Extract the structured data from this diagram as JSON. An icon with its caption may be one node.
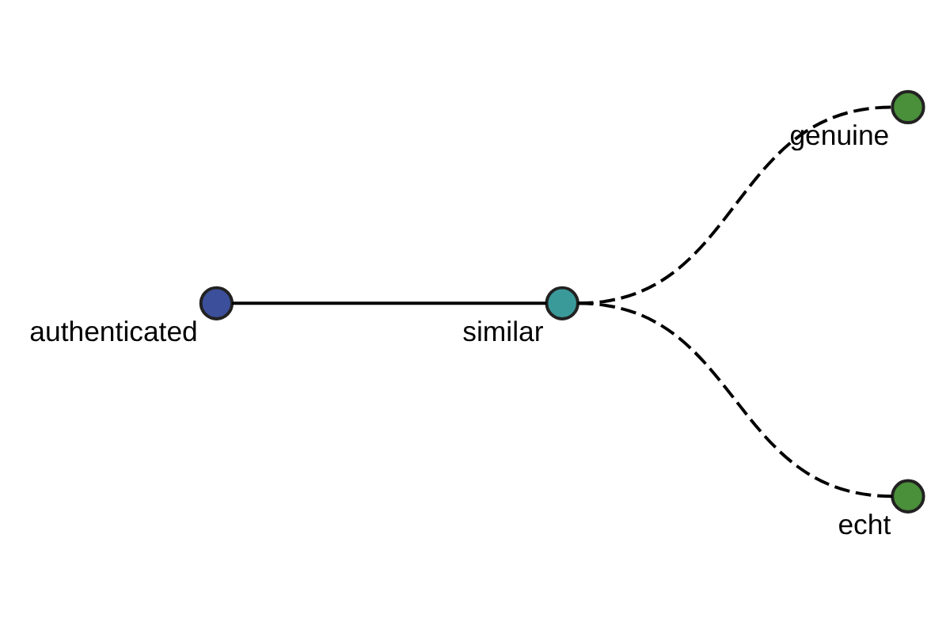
{
  "diagram": {
    "nodes": [
      {
        "text": [],
        "shape": "circle",
        "beside": [
          "authenticated"
        ]
      },
      {
        "text": [],
        "shape": "circle",
        "beside": [
          "similar"
        ]
      },
      {
        "text": [],
        "shape": "circle",
        "beside": [
          "genuine"
        ]
      },
      {
        "text": [],
        "shape": "circle",
        "beside": [
          "echt"
        ]
      }
    ],
    "edges": [
      {
        "from": 0,
        "to": 1,
        "arrow": "none"
      },
      {
        "from": 1,
        "to": 2,
        "arrow": "none",
        "style": "dashed"
      },
      {
        "from": 1,
        "to": 3,
        "arrow": "none",
        "style": "dashed"
      }
    ]
  }
}
